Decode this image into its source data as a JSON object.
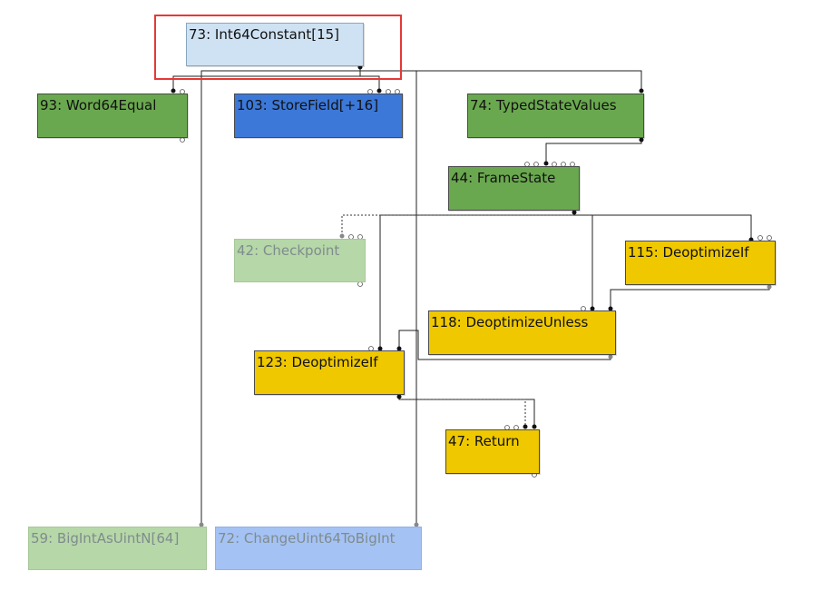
{
  "nodes": {
    "n73": "73: Int64Constant[15]",
    "n93": "93: Word64Equal",
    "n103": "103: StoreField[+16]",
    "n74": "74: TypedStateValues",
    "n44": "44: FrameState",
    "n42": "42: Checkpoint",
    "n115": "115: DeoptimizeIf",
    "n118": "118: DeoptimizeUnless",
    "n123": "123: DeoptimizeIf",
    "n47": "47: Return",
    "n59": "59: BigIntAsUintN[64]",
    "n72": "72: ChangeUint64ToBigInt"
  },
  "colors": {
    "constant": "#cfe2f3",
    "green": "#6aa84f",
    "blue": "#3c78d8",
    "yellow": "#efc800",
    "faded_green": "#b6d7a8",
    "faded_blue": "#a4c2f4",
    "selection": "#e53935"
  }
}
